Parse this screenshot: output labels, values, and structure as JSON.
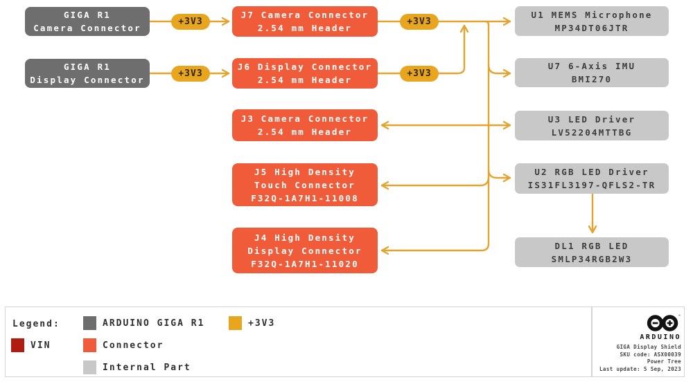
{
  "labels": {
    "v33": "+3V3"
  },
  "diagram": {
    "sources": [
      {
        "lines": [
          "GIGA R1",
          "Camera Connector"
        ]
      },
      {
        "lines": [
          "GIGA R1",
          "Display Connector"
        ]
      }
    ],
    "connectors": [
      {
        "lines": [
          "J7 Camera Connector",
          "2.54 mm Header"
        ]
      },
      {
        "lines": [
          "J6 Display Connector",
          "2.54 mm Header"
        ]
      },
      {
        "lines": [
          "J3 Camera Connector",
          "2.54 mm Header"
        ]
      },
      {
        "lines": [
          "J5 High Density",
          "Touch Connector",
          "F32Q-1A7H1-11008"
        ]
      },
      {
        "lines": [
          "J4 High Density",
          "Display Connector",
          "F32Q-1A7H1-11020"
        ]
      }
    ],
    "parts": [
      {
        "lines": [
          "U1 MEMS Microphone",
          "MP34DT06JTR"
        ]
      },
      {
        "lines": [
          "U7 6-Axis IMU",
          "BMI270"
        ]
      },
      {
        "lines": [
          "U3 LED Driver",
          "LV52204MTTBG"
        ]
      },
      {
        "lines": [
          "U2 RGB LED Driver",
          "IS31FL3197-QFLS2-TR"
        ]
      },
      {
        "lines": [
          "DL1 RGB LED",
          "SMLP34RGB2W3"
        ]
      }
    ]
  },
  "legend": {
    "title": "Legend:",
    "items": [
      {
        "label": "ARDUINO GIGA R1",
        "color": "#6e6e6e"
      },
      {
        "label": "+3V3",
        "color": "#e8a61e"
      },
      {
        "label": "VIN",
        "color": "#b01c10"
      },
      {
        "label": "Connector",
        "color": "#f05c3a"
      },
      {
        "label": "Internal Part",
        "color": "#c8c8c8"
      }
    ]
  },
  "footer": {
    "brand": "ARDUINO",
    "lines": [
      "GIGA Display Shield",
      "SKU code: ASX00039",
      "Power Tree",
      "Last update: 5 Sep, 2023"
    ]
  },
  "palette": {
    "gray-dark": "#6e6e6e",
    "gray-light": "#c8c8c8",
    "orange": "#f05c3a",
    "gold": "#e8a61e",
    "wire": "#e2a42e",
    "red": "#b01c10",
    "text-dark": "#3c3c3c",
    "text-legend": "#2d2d2d"
  }
}
